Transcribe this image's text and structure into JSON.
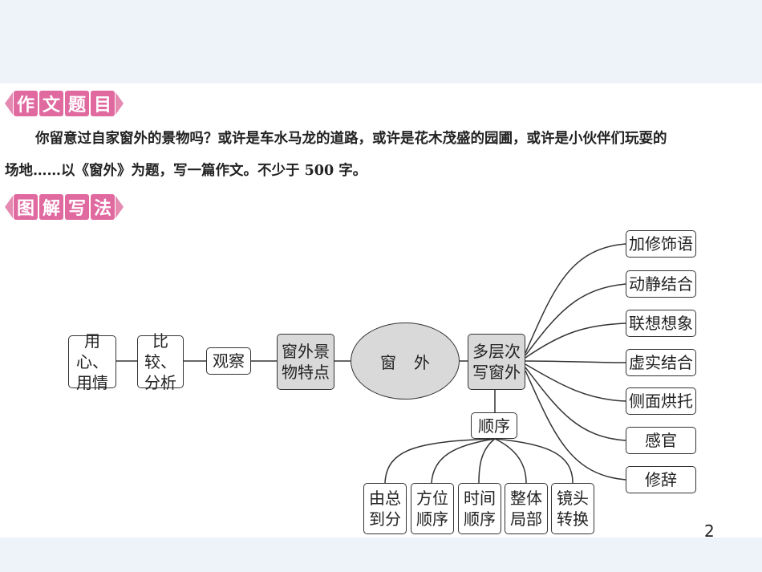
{
  "heading_topic": [
    "作",
    "文",
    "题",
    "目"
  ],
  "paragraph_line1": "你留意过自家窗外的景物吗？或许是车水马龙的道路，或许是花木茂盛的园圃，或许是小伙伴们玩耍的",
  "paragraph_line2": "场地……以《窗外》为题，写一篇作文。不少于 500 字。",
  "heading_method": [
    "图",
    "解",
    "写",
    "法"
  ],
  "diagram": {
    "left_chain": [
      "用心、\n用情",
      "比较、\n分析",
      "观察",
      "窗外景\n物特点"
    ],
    "center": "窗外",
    "hub": "多层次\n写窗外",
    "branches": [
      "加修饰语",
      "动静结合",
      "联想想象",
      "虚实结合",
      "侧面烘托",
      "感官",
      "修辞"
    ],
    "order_node": "顺序",
    "order_items": [
      "由总\n到分",
      "方位\n顺序",
      "时间\n顺序",
      "整体\n局部",
      "镜头\n转换"
    ]
  },
  "page_number": "2"
}
